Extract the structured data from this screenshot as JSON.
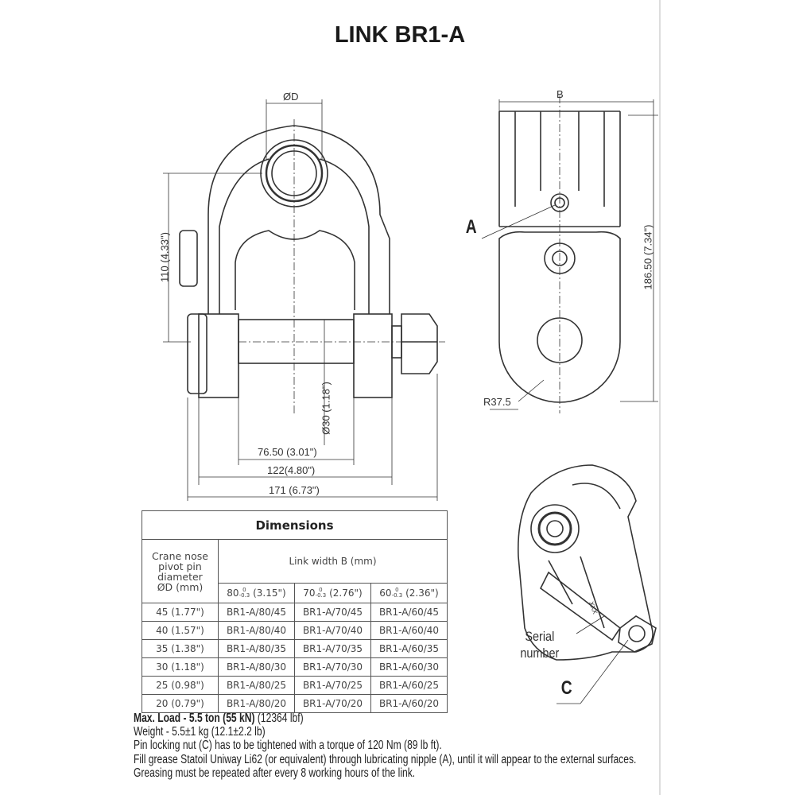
{
  "title": "LINK BR1-A",
  "front_view": {
    "pin_diameter_label": "ØD",
    "height_label": "110 (4.33\")",
    "pin_label": "Ø30 (1.18\")",
    "width_inner_label": "76.50 (3.01\")",
    "width_mid_label": "122(4.80\")",
    "width_outer_label": "171 (6.73\")"
  },
  "side_view": {
    "width_label": "B",
    "height_label": "186.50 (7.34\")",
    "radius_label": "R37.5",
    "callout_a": "A"
  },
  "iso_view": {
    "serial_label_1": "Serial",
    "serial_label_2": "number",
    "callout_c": "C",
    "engraving": "XXX"
  },
  "table": {
    "title": "Dimensions",
    "row_header": [
      "Crane nose",
      "pivot pin",
      "diameter",
      "ØD (mm)"
    ],
    "col_group_header": "Link width B (mm)",
    "columns": [
      {
        "nominal": "80",
        "tol_upper": "0",
        "tol_lower": "-0.3",
        "inch": "(3.15\")"
      },
      {
        "nominal": "70",
        "tol_upper": "0",
        "tol_lower": "-0.3",
        "inch": "(2.76\")"
      },
      {
        "nominal": "60",
        "tol_upper": "0",
        "tol_lower": "-0.3",
        "inch": "(2.36\")"
      }
    ],
    "rows": [
      {
        "d": "45 (1.77\")",
        "cells": [
          "BR1-A/80/45",
          "BR1-A/70/45",
          "BR1-A/60/45"
        ]
      },
      {
        "d": "40 (1.57\")",
        "cells": [
          "BR1-A/80/40",
          "BR1-A/70/40",
          "BR1-A/60/40"
        ]
      },
      {
        "d": "35 (1.38\")",
        "cells": [
          "BR1-A/80/35",
          "BR1-A/70/35",
          "BR1-A/60/35"
        ]
      },
      {
        "d": "30 (1.18\")",
        "cells": [
          "BR1-A/80/30",
          "BR1-A/70/30",
          "BR1-A/60/30"
        ]
      },
      {
        "d": "25 (0.98\")",
        "cells": [
          "BR1-A/80/25",
          "BR1-A/70/25",
          "BR1-A/60/25"
        ]
      },
      {
        "d": "20 (0.79\")",
        "cells": [
          "BR1-A/80/20",
          "BR1-A/70/20",
          "BR1-A/60/20"
        ]
      }
    ]
  },
  "notes": {
    "max_load_bold": "Max. Load - 5.5 ton (55 kN)",
    "max_load_rest": " (12364 lbf)",
    "weight": "Weight - 5.5±1 kg (12.1±2.2 lb)",
    "torque": "Pin locking nut (C) has to be tightened with a torque of 120 Nm (89 lb ft).",
    "grease": "Fill grease Statoil Uniway Li62 (or equivalent) through lubricating nipple (A), until it will appear to the external surfaces.",
    "interval": "Greasing must be repeated after every 8 working hours of the link."
  }
}
